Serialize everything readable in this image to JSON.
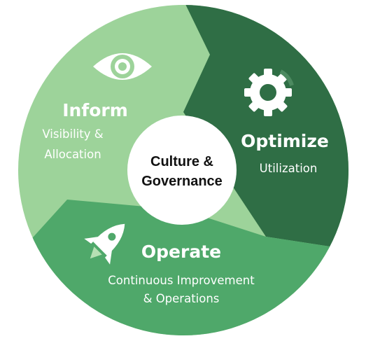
{
  "colors": {
    "inform": "#9dd39a",
    "optimize": "#2f6e45",
    "operate": "#4fa86a",
    "center": "#ffffff",
    "center_text": "#111111",
    "icon_light": "#ffffff"
  },
  "center": {
    "line1": "Culture &",
    "line2": "Governance"
  },
  "segments": {
    "inform": {
      "title": "Inform",
      "sub1": "Visibility &",
      "sub2": "Allocation",
      "icon": "eye-icon"
    },
    "optimize": {
      "title": "Optimize",
      "sub1": "Utilization",
      "icon": "gear-icon"
    },
    "operate": {
      "title": "Operate",
      "sub1": "Continuous Improvement",
      "sub2": "& Operations",
      "icon": "rocket-icon"
    }
  }
}
